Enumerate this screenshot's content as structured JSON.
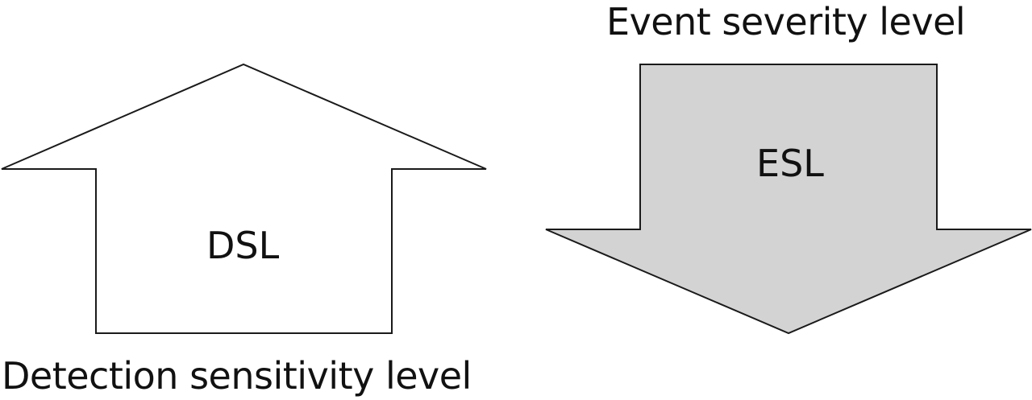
{
  "diagram": {
    "detection": {
      "abbreviation": "DSL",
      "caption": "Detection sensitivity level",
      "direction": "up",
      "fill": "#ffffff",
      "stroke": "#1a1a1a"
    },
    "event": {
      "abbreviation": "ESL",
      "caption": "Event severity level",
      "direction": "down",
      "fill": "#d3d3d3",
      "stroke": "#1a1a1a"
    }
  }
}
